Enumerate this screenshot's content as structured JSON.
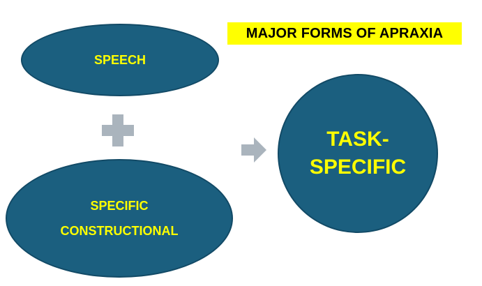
{
  "title": "MAJOR FORMS OF APRAXIA",
  "nodes": {
    "speech": {
      "label": "SPEECH"
    },
    "constructional": {
      "line1": "SPECIFIC",
      "line2": "CONSTRUCTIONAL"
    },
    "task": {
      "line1": "TASK-",
      "line2": "SPECIFIC"
    }
  },
  "icons": {
    "plus": "plus-icon",
    "arrow": "arrow-right-icon"
  },
  "colors": {
    "shape_fill": "#1b5f7f",
    "label_text": "#ffff00",
    "title_highlight": "#ffff00",
    "connector_gray": "#aab4bd"
  }
}
